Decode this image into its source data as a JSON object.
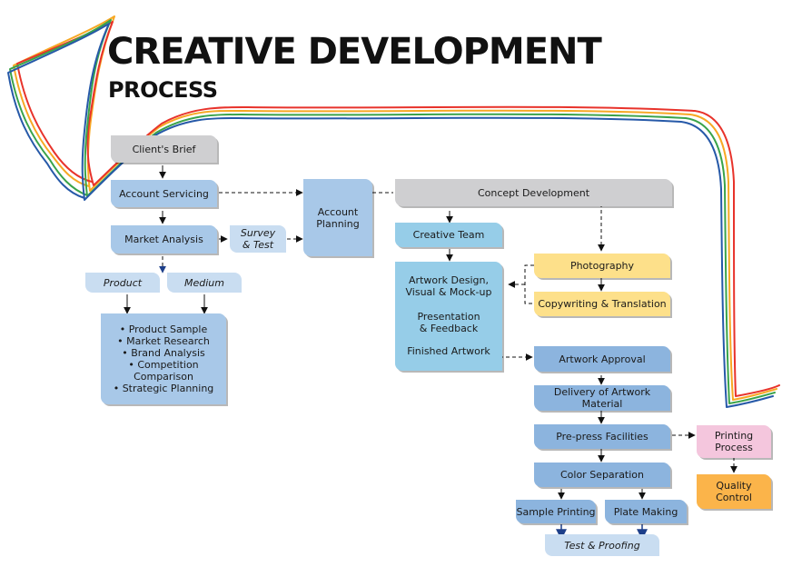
{
  "header": {
    "title": "CREATIVE DEVELOPMENT",
    "subtitle": "PROCESS"
  },
  "colors": {
    "gray": "#cfcfd1",
    "blue": "#a8c8e8",
    "light_blue": "#c9ddf1",
    "cyan": "#96cde8",
    "steel_blue": "#8cb4de",
    "yellow": "#fde08a",
    "pink": "#f4c6dd",
    "orange": "#fbb44a",
    "wire_red": "#e8332b",
    "wire_orange": "#f7a823",
    "wire_green": "#3aa34a",
    "wire_blue": "#2659a8"
  },
  "nodes": {
    "clients_brief": "Client's Brief",
    "account_servicing": "Account Servicing",
    "account_planning": "Account\nPlanning",
    "concept_development": "Concept Development",
    "market_analysis": "Market Analysis",
    "survey_test": "Survey\n& Test",
    "product": "Product",
    "medium": "Medium",
    "research_items": [
      "• Product Sample",
      "• Market Research",
      "• Brand Analysis",
      "• Competition\nComparison",
      "• Strategic Planning"
    ],
    "creative_team": "Creative Team",
    "artwork_design": "Artwork Design,\nVisual & Mock-up",
    "presentation": "Presentation\n& Feedback",
    "finished_artwork": "Finished Artwork",
    "photography": "Photography",
    "copywriting": "Copywriting & Translation",
    "artwork_approval": "Artwork Approval",
    "delivery": "Delivery of Artwork Material",
    "prepress": "Pre-press Facilities",
    "printing_process": "Printing\nProcess",
    "quality_control": "Quality\nControl",
    "color_separation": "Color Separation",
    "sample_printing": "Sample Printing",
    "plate_making": "Plate Making",
    "test_proofing": "Test & Proofing"
  }
}
